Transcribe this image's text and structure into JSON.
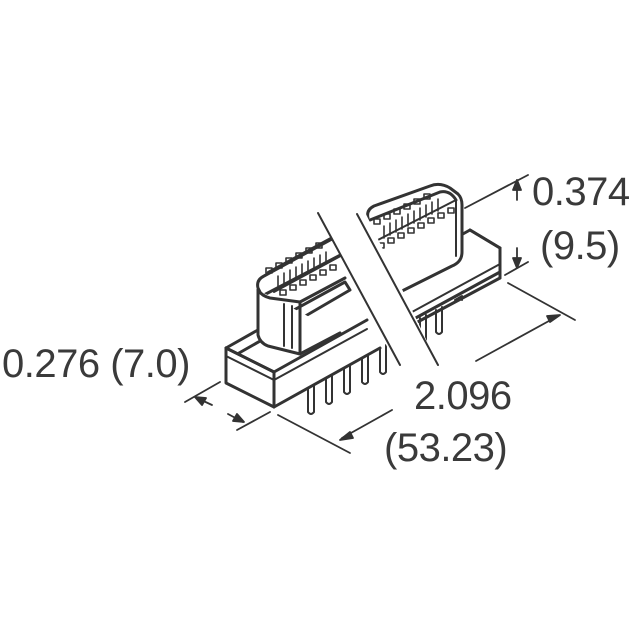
{
  "diagram": {
    "subject": "PCB board-mount socket connector, two rows of contacts, through-hole pins (broken view)",
    "line_color": "#333333",
    "text_color": "#3a3a3a",
    "background": "#ffffff"
  },
  "dimensions": {
    "height": {
      "inch": "0.374",
      "mm": "(9.5)"
    },
    "width": {
      "label": "0.276 (7.0)"
    },
    "length": {
      "inch": "2.096",
      "mm": "(53.23)"
    }
  }
}
